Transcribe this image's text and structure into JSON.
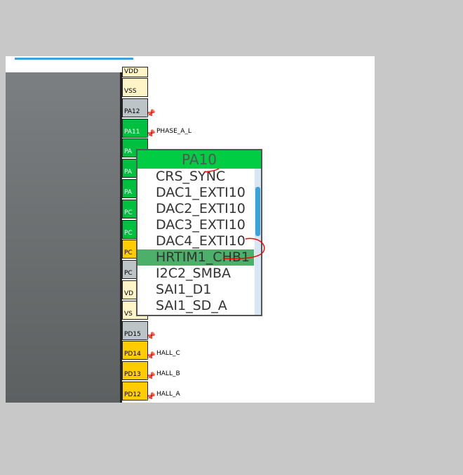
{
  "pins": [
    {
      "label": "VDD",
      "color": "power"
    },
    {
      "label": "VSS",
      "color": "power"
    },
    {
      "label": "PA12",
      "color": "unused",
      "signal": ""
    },
    {
      "label": "PA11",
      "color": "assigned",
      "signal": "PHASE_A_L"
    },
    {
      "label": "PA",
      "color": "assigned"
    },
    {
      "label": "PA",
      "color": "assigned"
    },
    {
      "label": "PA",
      "color": "assigned"
    },
    {
      "label": "PC",
      "color": "assigned"
    },
    {
      "label": "PC",
      "color": "assigned"
    },
    {
      "label": "PC",
      "color": "partial"
    },
    {
      "label": "PC",
      "color": "unused"
    },
    {
      "label": "VD",
      "color": "power"
    },
    {
      "label": "VS",
      "color": "power"
    },
    {
      "label": "PD15",
      "color": "unused",
      "signal": ""
    },
    {
      "label": "PD14",
      "color": "partial",
      "signal": "HALL_C"
    },
    {
      "label": "PD13",
      "color": "partial",
      "signal": "HALL_B"
    },
    {
      "label": "PD12",
      "color": "partial",
      "signal": "HALL_A"
    }
  ],
  "popup": {
    "title": "PA10",
    "items": [
      "CRS_SYNC",
      "DAC1_EXTI10",
      "DAC2_EXTI10",
      "DAC3_EXTI10",
      "DAC4_EXTI10",
      "HRTIM1_CHB1",
      "I2C2_SMBA",
      "SAI1_D1",
      "SAI1_SD_A"
    ],
    "selected": "HRTIM1_CHB1",
    "scroll_position": 0.2
  },
  "colors": {
    "assigned": "#00c040",
    "partial": "#ffcc00",
    "unused": "#bcc4c8",
    "power": "#fff4c8",
    "selected": "#4caf6a",
    "accent": "#3aa3dc",
    "annotation": "#ff0000"
  }
}
